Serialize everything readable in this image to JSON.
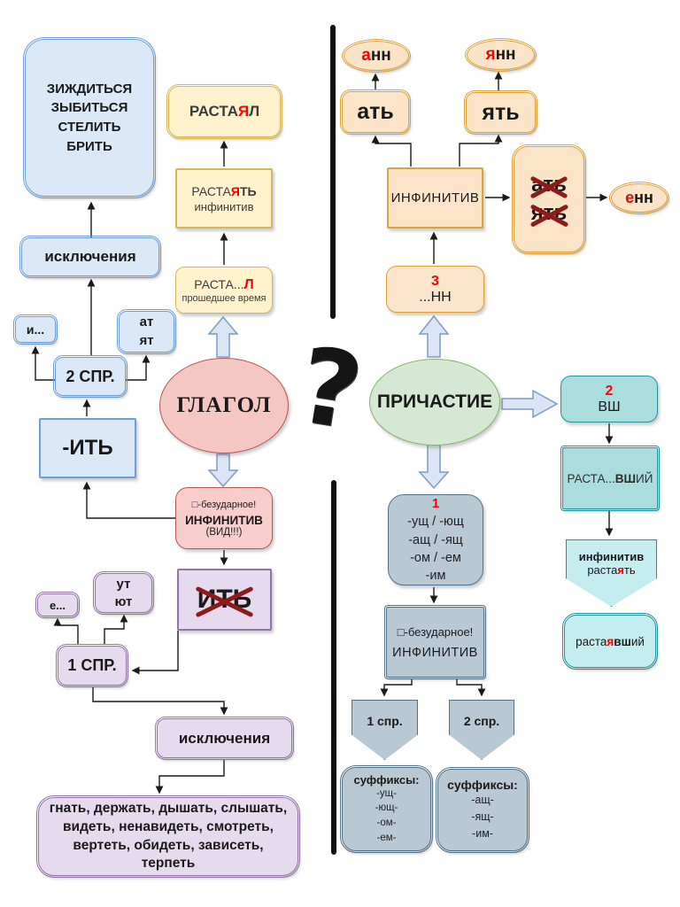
{
  "palette": {
    "red_letter": "#ff0000",
    "cross_red": "#8e1b1b",
    "divider": "#111111",
    "fat_arrow_fill": "#dbe5f6",
    "fat_arrow_stroke": "#7a9cc6"
  },
  "center": {
    "verb": "ГЛАГОЛ",
    "participle": "ПРИЧАСТИЕ",
    "question": "?"
  },
  "verb": {
    "exception_verbs": "ЗИЖДИТЬСЯ\nЗЫБИТЬСЯ\nСТЕЛИТЬ\nБРИТЬ",
    "exceptions_title": "исключения",
    "i_dots": "и...",
    "at_yat": "ат\nят",
    "spr2": "2 СПР.",
    "ity": "-ИТЬ",
    "past_example": {
      "a": "РАСТА",
      "red": "Я",
      "b": "Л"
    },
    "infinitive_example": {
      "a": "РАСТА",
      "red": "Я",
      "b": "ТЬ",
      "caption": "инфинитив"
    },
    "past_pattern": {
      "a": "РАСТА...",
      "red": "Л",
      "caption": "прошедшее время"
    },
    "unstressed_note": {
      "line1": "□-безударное!",
      "line2": "ИНФИНИТИВ",
      "line3": "(ВИД!!!)"
    },
    "ity_crossed": "ИТЬ",
    "ut_yut": "ут\nют",
    "e_dots": "е...",
    "spr1": "1 СПР.",
    "exceptions2_title": "исключения",
    "exceptions2_verbs": "гнать, держать, дышать, слышать, видеть, ненавидеть, смотреть, вертеть, обидеть, зависеть, терпеть"
  },
  "participle": {
    "ann": {
      "red": "а",
      "rest": "нн"
    },
    "yann": {
      "red": "я",
      "rest": "нн"
    },
    "at": "ать",
    "yat": "ять",
    "infinitive": "ИНФИНИТИВ",
    "crossed": {
      "line1": "ать",
      "line2": "ять"
    },
    "enn": {
      "red": "е",
      "rest": "нн"
    },
    "nn3": {
      "num": "3",
      "suffix": "...НН"
    },
    "vsh": {
      "num": "2",
      "suffix": "ВШ"
    },
    "rasta_vshiy": {
      "a": "РАСТА...",
      "bold": "ВШ",
      "b": "ИЙ"
    },
    "inf_pentagon": {
      "title": "инфинитив",
      "a": "раста",
      "red": "я",
      "b": "ть"
    },
    "rastayavshiy": {
      "a": "раста",
      "red": "я",
      "bold": "вш",
      "b": "ий"
    },
    "present_suffixes": {
      "num": "1",
      "lines": "-ущ / -ющ\n-ащ / -ящ\n-ом / -ем\n-им"
    },
    "unstressed_note": {
      "line1": "□-безударное!",
      "line2": "ИНФИНИТИВ"
    },
    "pent1": "1 спр.",
    "pent2": "2 спр.",
    "suffixes1": {
      "title": "суффиксы:",
      "items": "-ущ-\n-ющ-\n-ом-\n-ем-"
    },
    "suffixes2": {
      "title": "суффиксы:",
      "items": "-ащ-\n-ящ-\n-им-"
    }
  }
}
